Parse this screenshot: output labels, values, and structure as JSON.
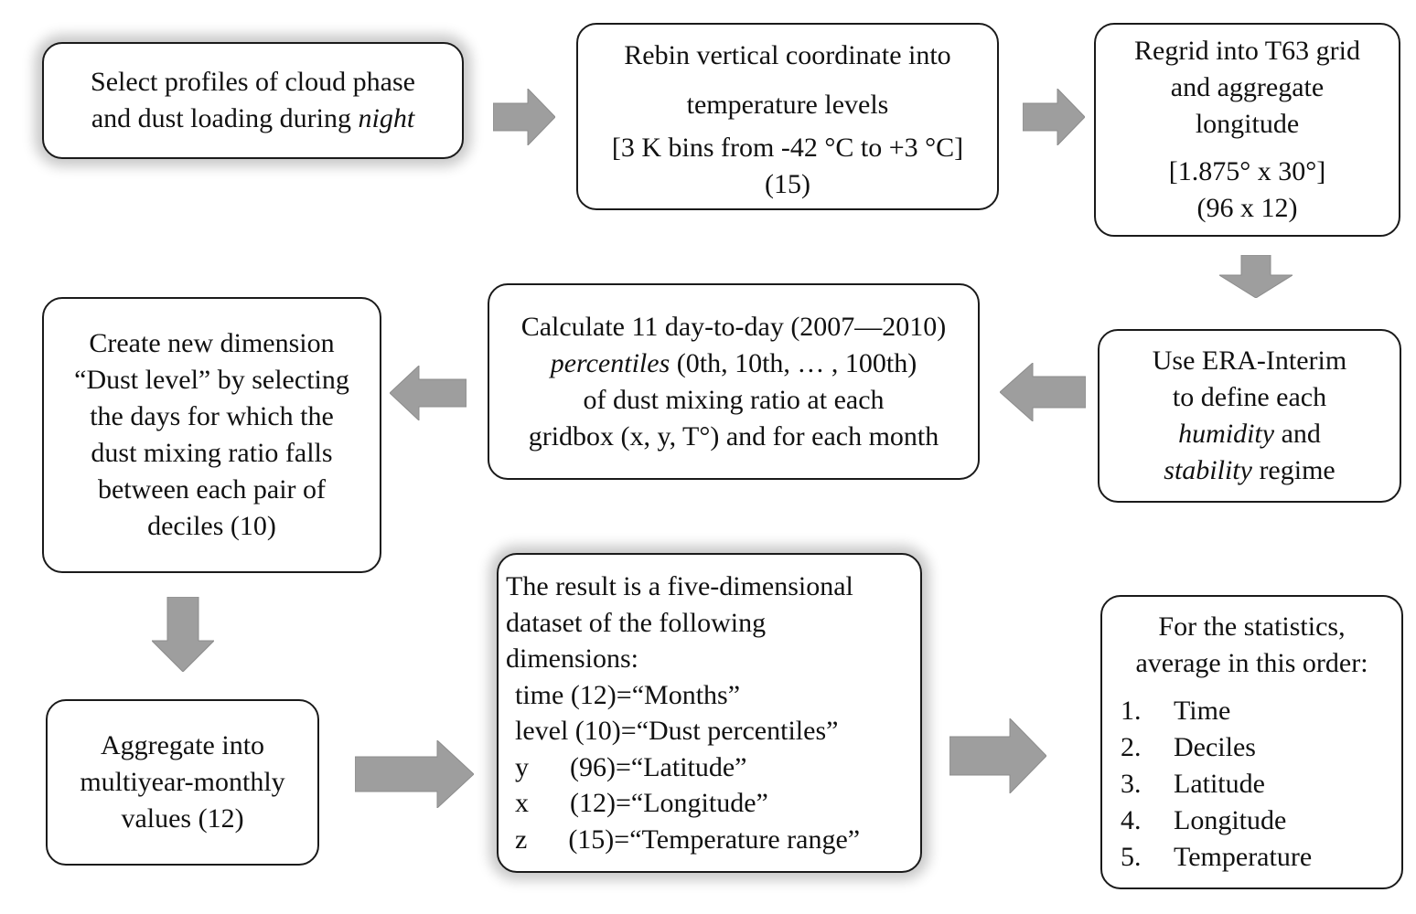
{
  "colors": {
    "arrow_fill": "#9e9e9e",
    "box_border": "#1a1a1a"
  },
  "boxes": {
    "select": {
      "line1": "Select profiles of cloud phase",
      "line2": "and dust loading during ",
      "line2_em": "night"
    },
    "rebin": {
      "line1": "Rebin vertical coordinate into",
      "line2": "temperature levels",
      "line3": "[3 K bins from -42 °C to +3 °C]",
      "line4": "(15)"
    },
    "regrid": {
      "line1": "Regrid into T63 grid",
      "line2": "and aggregate",
      "line3": "longitude",
      "line4": "[1.875° x 30°]",
      "line5": "(96 x 12)"
    },
    "era": {
      "line1": "Use ERA-Interim",
      "line2": "to define each",
      "line3_em": "humidity",
      "line3": " and",
      "line4_em": "stability",
      "line4": " regime"
    },
    "percentiles": {
      "line1": "Calculate 11 day-to-day (2007—2010)",
      "line2_em": "percentiles",
      "line2": " (0th, 10th, … , 100th)",
      "line3": "of dust mixing ratio at each",
      "line4": "gridbox (x, y, T°) and for each month"
    },
    "dust_level": {
      "line1": "Create new dimension",
      "line2": "“Dust level” by selecting",
      "line3": "the days for which the",
      "line4": "dust mixing ratio falls",
      "line5": "between each pair of",
      "line6": "deciles (10)"
    },
    "aggregate": {
      "line1": "Aggregate into",
      "line2": "multiyear-monthly",
      "line3": "values (12)"
    },
    "result": {
      "line1": "The result is a five-dimensional",
      "line2": "dataset of the following",
      "line3": "dimensions:",
      "dims": [
        "time (12)=“Months”",
        "level (10)=“Dust percentiles”",
        "y      (96)=“Latitude”",
        "x      (12)=“Longitude”",
        "z      (15)=“Temperature range”"
      ]
    },
    "statistics": {
      "line1": "For the statistics,",
      "line2": "average in this order:",
      "items": [
        {
          "num": "1.",
          "label": "Time"
        },
        {
          "num": "2.",
          "label": "Deciles"
        },
        {
          "num": "3.",
          "label": "Latitude"
        },
        {
          "num": "4.",
          "label": "Longitude"
        },
        {
          "num": "5.",
          "label": "Temperature"
        }
      ]
    }
  }
}
